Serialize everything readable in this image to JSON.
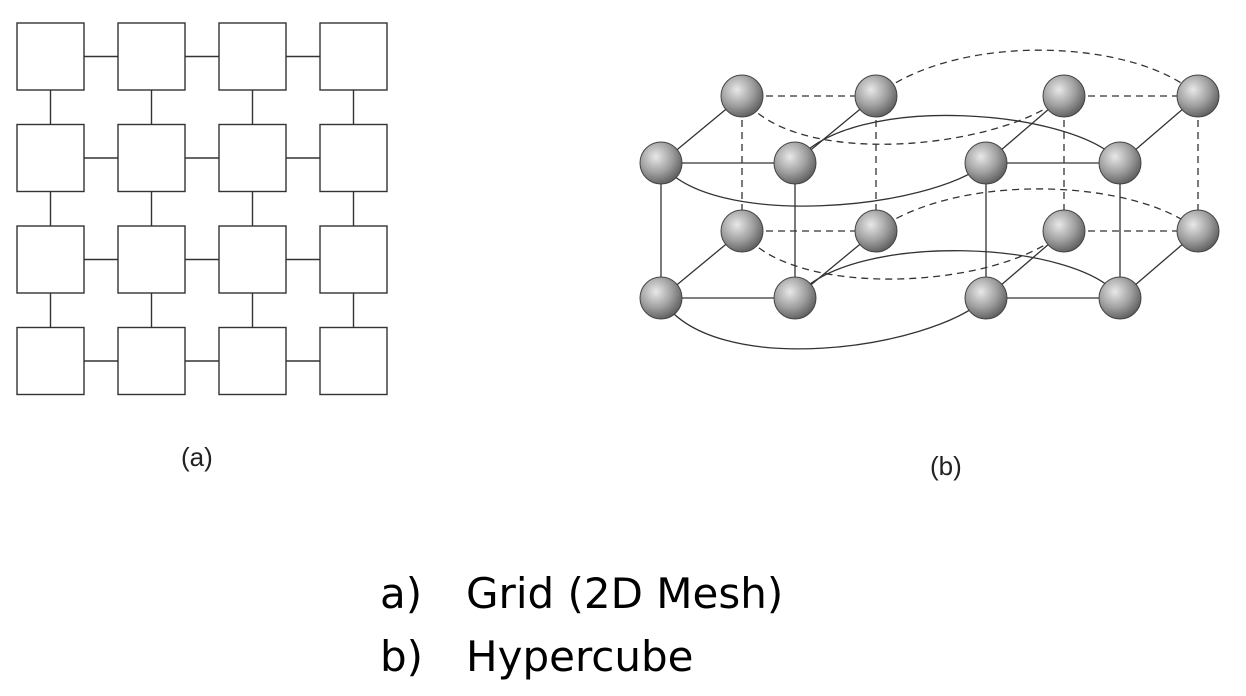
{
  "figure": {
    "panel_a": {
      "label": "(a)",
      "topology": "2D mesh",
      "rows": 4,
      "cols": 4
    },
    "panel_b": {
      "label": "(b)",
      "topology": "hypercube",
      "dimension": 4,
      "node_count": 16
    }
  },
  "caption": {
    "items": [
      {
        "marker": "a)",
        "text": "Grid (2D Mesh)"
      },
      {
        "marker": "b)",
        "text": "Hypercube"
      }
    ]
  },
  "colors": {
    "stroke": "#333333",
    "node_fill_light": "#e8e8e8",
    "node_fill_dark": "#5a5a5a"
  }
}
